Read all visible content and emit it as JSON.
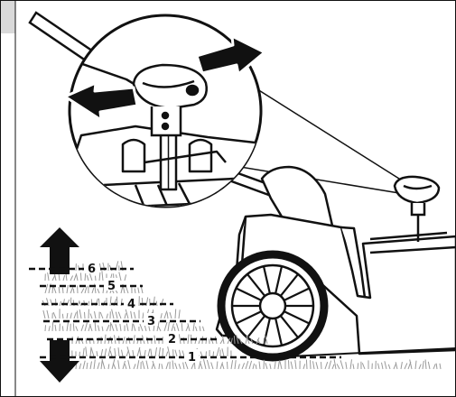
{
  "levels": [
    {
      "label": "6"
    },
    {
      "label": "5"
    },
    {
      "label": "4"
    },
    {
      "label": "3"
    },
    {
      "label": "2"
    },
    {
      "label": "1"
    }
  ],
  "colors": {
    "line": "#111111",
    "fill": "#ffffff",
    "hatch": "#9a9a9a",
    "tab": "#d9d9d9"
  },
  "icons": [
    "height-adjust-knob-icon",
    "rotate-left-arrow-icon",
    "rotate-right-arrow-icon",
    "up-arrow-icon",
    "down-arrow-icon"
  ]
}
